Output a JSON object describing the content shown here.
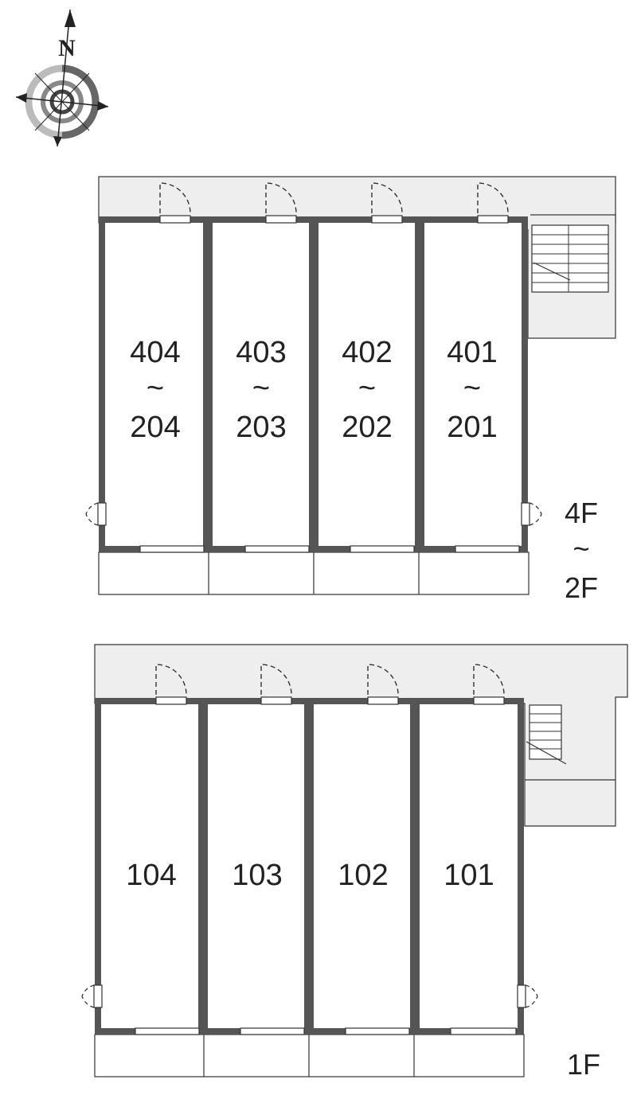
{
  "compass": {
    "north_label": "N",
    "icon": "compass-rose-icon"
  },
  "upper_plan": {
    "floor_range": {
      "top": "4F",
      "separator": "~",
      "bottom": "2F"
    },
    "units": [
      {
        "upper": "404",
        "separator": "~",
        "lower": "204"
      },
      {
        "upper": "403",
        "separator": "~",
        "lower": "203"
      },
      {
        "upper": "402",
        "separator": "~",
        "lower": "202"
      },
      {
        "upper": "401",
        "separator": "~",
        "lower": "201"
      }
    ]
  },
  "lower_plan": {
    "floor": "1F",
    "units": [
      "104",
      "103",
      "102",
      "101"
    ]
  },
  "colors": {
    "wall": "#555555",
    "corridor": "#eeeeee",
    "line": "#333333"
  }
}
